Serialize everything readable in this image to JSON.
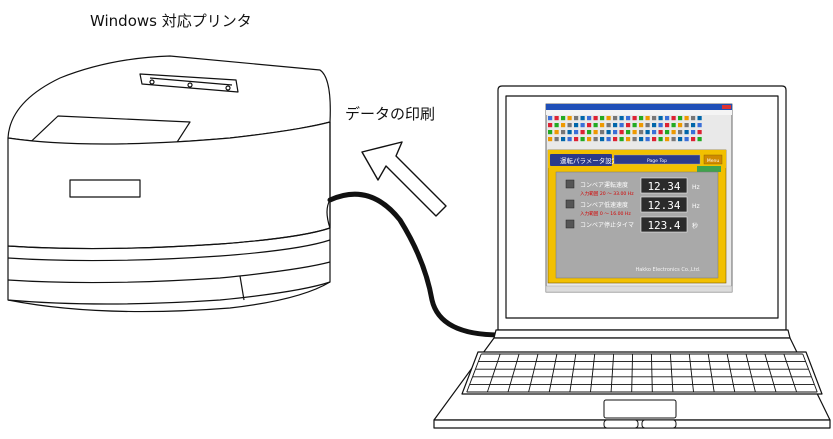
{
  "title": "Windows 対応プリンタ",
  "arrow_label": "データの印刷",
  "screen": {
    "panel_title": "運転パラメータ設定",
    "panel_button": "Page Top",
    "panel_tag": "Menu",
    "rows": [
      {
        "label": "コンベア運転速度",
        "sub": "入力範囲 20 〜 33.00 Hz",
        "value": "12.34",
        "unit": "Hz"
      },
      {
        "label": "コンベア低速速度",
        "sub": "入力範囲 0 〜 16.00 Hz",
        "value": "12.34",
        "unit": "Hz"
      },
      {
        "label": "コンベア停止タイマ",
        "sub": "",
        "value": "123.4",
        "unit": "秒"
      }
    ],
    "footer": "Hakko Electronics Co.,Ltd."
  },
  "colors": {
    "line": "#111111",
    "panel_bg": "#f2c000",
    "panel_inner": "#a9a9a9",
    "panel_title_bar": "#2c3a8a",
    "value_box": "#2b2b2b",
    "label_text": "#ffffff",
    "sub_text": "#d40000"
  }
}
